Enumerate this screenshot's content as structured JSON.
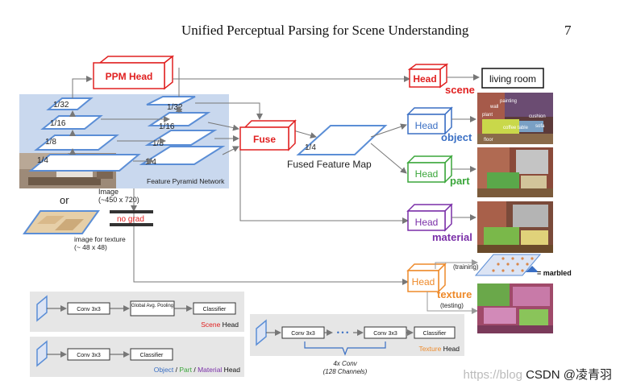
{
  "header": {
    "title": "Unified Perceptual Parsing for Scene Understanding",
    "page_number": "7"
  },
  "ppm_head": "PPM Head",
  "fuse": "Fuse",
  "fused_map": "Fused Feature Map",
  "fused_scale": "1/4",
  "backbone_scales": [
    "1/32",
    "1/16",
    "1/8",
    "1/4"
  ],
  "fpn_scales": [
    "1/32",
    "1/16",
    "1/8",
    "1/4"
  ],
  "fpn_label": "Feature Pyramid Network",
  "image_label": "Image",
  "image_size": "(~450 x 720)",
  "or": "or",
  "texture_image_label": "image for texture",
  "texture_image_size": "(~ 48 x 48)",
  "no_grad": "no grad",
  "heads": [
    {
      "label": "Head",
      "task": "scene",
      "color": "#e02020"
    },
    {
      "label": "Head",
      "task": "object",
      "color": "#3a6fc4"
    },
    {
      "label": "Head",
      "task": "part",
      "color": "#3aa63a"
    },
    {
      "label": "Head",
      "task": "material",
      "color": "#7a2fa8"
    },
    {
      "label": "Head",
      "task": "texture",
      "color": "#ee8a2a"
    }
  ],
  "scene_output": "living room",
  "texture_notes": {
    "training": "(training)",
    "testing": "(testing)",
    "marbled": "= marbled"
  },
  "detail_scene": {
    "conv": "Conv 3x3",
    "pool": "Global Avg. Pooling",
    "cls": "Classifier",
    "title": "Scene",
    "head": " Head"
  },
  "detail_obj": {
    "conv": "Conv 3x3",
    "cls": "Classifier",
    "t1": "Object",
    "s1": " / ",
    "t2": "Part",
    "s2": " / ",
    "t3": "Material",
    "head": " Head"
  },
  "detail_tex": {
    "conv1": "Conv 3x3",
    "dots": "• • •",
    "conv2": "Conv 3x3",
    "cls": "Classifier",
    "title": "Texture",
    "head": " Head",
    "note1": "4x Conv",
    "note2": "(128 Channels)"
  },
  "seg_labels": [
    "wall",
    "painting",
    "plant",
    "coffee table",
    "floor",
    "cushion",
    "sofa"
  ],
  "watermark": "CSDN @凌青羽",
  "watermark_url": "https://blog"
}
